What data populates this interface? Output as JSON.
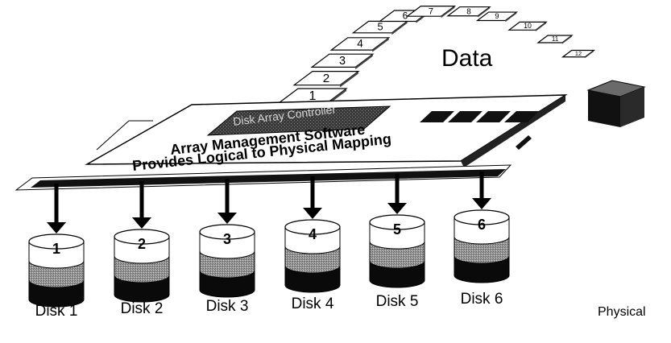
{
  "data_label": "Data",
  "controller_label": "Disk Array Controller",
  "software_line1": "Array Management Software",
  "software_line2": "Provides Logical to Physical Mapping",
  "physical_label": "Physical",
  "blocks": [
    "1",
    "2",
    "3",
    "4",
    "5",
    "6",
    "7",
    "8",
    "9",
    "10",
    "11",
    "12"
  ],
  "disks": [
    {
      "number": "1",
      "label": "Disk 1"
    },
    {
      "number": "2",
      "label": "Disk 2"
    },
    {
      "number": "3",
      "label": "Disk 3"
    },
    {
      "number": "4",
      "label": "Disk 4"
    },
    {
      "number": "5",
      "label": "Disk 5"
    },
    {
      "number": "6",
      "label": "Disk 6"
    }
  ]
}
